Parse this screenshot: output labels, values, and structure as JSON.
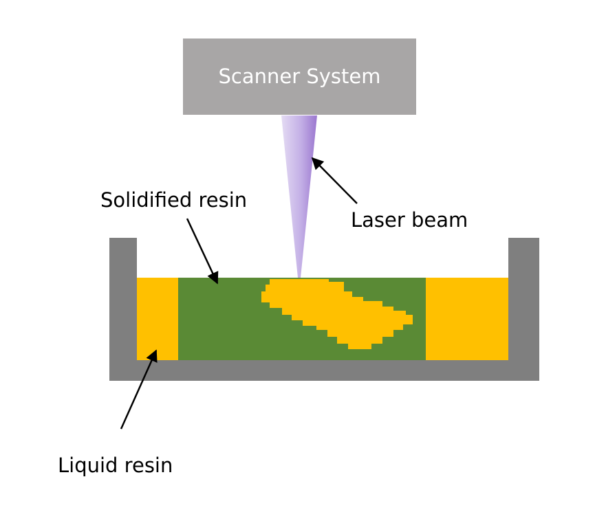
{
  "scanner": {
    "label": "Scanner System",
    "fill_color": "#a8a6a6"
  },
  "labels": {
    "solidified_resin": "Solidified resin",
    "laser_beam": "Laser beam",
    "liquid_resin": "Liquid resin"
  },
  "colors": {
    "vat": "#7f7f7f",
    "liquid_resin": "#ffc000",
    "solidified_resin": "#5a8a35",
    "laser_beam": "#a07ed0",
    "arrow": "#000000"
  }
}
